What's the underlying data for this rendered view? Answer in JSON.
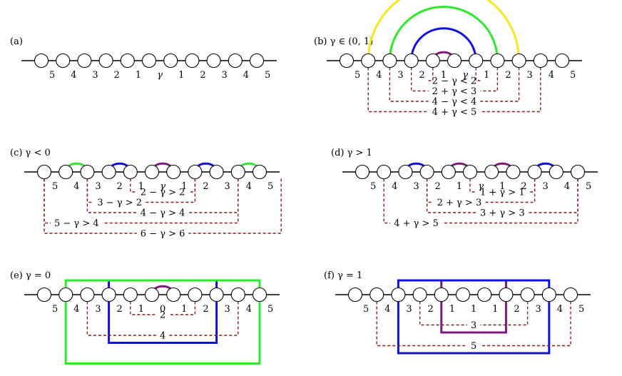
{
  "colors": {
    "dash": "#8b1a1a",
    "yellow": "#f5e81c",
    "green": "#2ee82e",
    "blue": "#1010e0",
    "purple": "#7d1a7d"
  },
  "panels": [
    {
      "id": "a",
      "label": "(a)",
      "node_labels": [
        "5",
        "4",
        "3",
        "2",
        "1",
        "γ",
        "1",
        "2",
        "3",
        "4",
        "5"
      ],
      "arcs": [],
      "constraints": [],
      "boxes": []
    },
    {
      "id": "b",
      "label": "(b) γ ∈ (0, 1)",
      "node_labels": [
        "5",
        "4",
        "3",
        "2",
        "1",
        "γ",
        "1",
        "2",
        "3",
        "4",
        "5"
      ],
      "arcs": [
        {
          "from": 4,
          "to": 5,
          "color": "purple"
        },
        {
          "from": 3,
          "to": 6,
          "color": "blue"
        },
        {
          "from": 2,
          "to": 7,
          "color": "green"
        },
        {
          "from": 1,
          "to": 8,
          "color": "yellow"
        }
      ],
      "constraints": [
        {
          "text": "2 − γ < 2",
          "from": 4,
          "to": 6,
          "level": 1
        },
        {
          "text": "2 + γ < 3",
          "from": 3,
          "to": 7,
          "level": 2
        },
        {
          "text": "4 − γ < 4",
          "from": 2,
          "to": 8,
          "level": 3
        },
        {
          "text": "4 + γ < 5",
          "from": 1,
          "to": 9,
          "level": 4
        }
      ],
      "boxes": []
    },
    {
      "id": "c",
      "label": "(c) γ < 0",
      "node_labels": [
        "5",
        "4",
        "3",
        "2",
        "1",
        "γ",
        "1",
        "2",
        "3",
        "4",
        "5"
      ],
      "arcs": [
        {
          "from": 1,
          "to": 2,
          "color": "green"
        },
        {
          "from": 3,
          "to": 4,
          "color": "blue"
        },
        {
          "from": 5,
          "to": 6,
          "color": "purple"
        },
        {
          "from": 7,
          "to": 8,
          "color": "blue"
        },
        {
          "from": 9,
          "to": 10,
          "color": "green"
        }
      ],
      "constraints": [
        {
          "text": "2 − γ > 2",
          "from": 4,
          "to": 7,
          "level": 1
        },
        {
          "text": "3 − γ > 2",
          "from": 2,
          "to": 7,
          "level": 2,
          "text_side": "left"
        },
        {
          "text": "4 − γ > 4",
          "from": 2,
          "to": 9,
          "level": 3
        },
        {
          "text": "5 − γ > 4",
          "from": 0,
          "to": 9,
          "level": 4,
          "text_side": "left"
        },
        {
          "text": "6 − γ > 6",
          "from": 0,
          "to": 11,
          "level": 5
        }
      ],
      "boxes": []
    },
    {
      "id": "d",
      "label": "(d) γ > 1",
      "node_labels": [
        "5",
        "4",
        "3",
        "2",
        "1",
        "γ",
        "1",
        "2",
        "3",
        "4",
        "5"
      ],
      "arcs": [
        {
          "from": 2,
          "to": 3,
          "color": "blue"
        },
        {
          "from": 4,
          "to": 5,
          "color": "purple"
        },
        {
          "from": 6,
          "to": 7,
          "color": "purple"
        },
        {
          "from": 8,
          "to": 9,
          "color": "blue"
        }
      ],
      "constraints": [
        {
          "text": "1 + γ > 1",
          "from": 5,
          "to": 8,
          "level": 1
        },
        {
          "text": "2 + γ > 3",
          "from": 3,
          "to": 8,
          "level": 2,
          "text_side": "left"
        },
        {
          "text": "3 + γ > 3",
          "from": 3,
          "to": 10,
          "level": 3
        },
        {
          "text": "4 + γ > 5",
          "from": 1,
          "to": 10,
          "level": 4,
          "text_side": "left"
        }
      ],
      "boxes": []
    },
    {
      "id": "e",
      "label": "(e) γ = 0",
      "node_labels": [
        "5",
        "4",
        "3",
        "2",
        "1",
        "0",
        "1",
        "2",
        "3",
        "4",
        "5"
      ],
      "arcs": [
        {
          "from": 5,
          "to": 6,
          "color": "purple"
        }
      ],
      "constraints": [
        {
          "text": "2",
          "from": 4,
          "to": 7,
          "level": 1
        },
        {
          "text": "4",
          "from": 2,
          "to": 9,
          "level": 3
        }
      ],
      "boxes": [
        {
          "from": 3,
          "to": 8,
          "color": "blue",
          "depth": 3
        },
        {
          "from": 1,
          "to": 10,
          "color": "green",
          "depth": 5
        }
      ]
    },
    {
      "id": "f",
      "label": "(f) γ = 1",
      "node_labels": [
        "5",
        "4",
        "3",
        "2",
        "1",
        "1",
        "1",
        "2",
        "3",
        "4",
        "5"
      ],
      "arcs": [],
      "constraints": [
        {
          "text": "3",
          "from": 3,
          "to": 8,
          "level": 2
        },
        {
          "text": "5",
          "from": 1,
          "to": 10,
          "level": 4
        }
      ],
      "boxes": [
        {
          "from": 4,
          "to": 7,
          "color": "purple",
          "depth": 2
        },
        {
          "from": 2,
          "to": 9,
          "color": "blue",
          "depth": 4
        }
      ]
    }
  ]
}
